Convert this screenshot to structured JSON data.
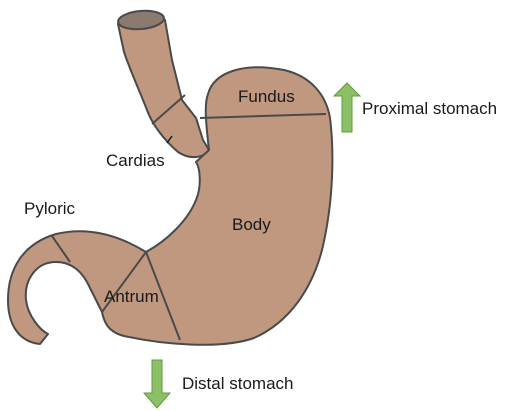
{
  "labels": {
    "fundus": "Fundus",
    "cardias": "Cardias",
    "body": "Body",
    "pyloric": "Pyloric",
    "antrum": "Antrum"
  },
  "arrows": {
    "proximal": "Proximal stomach",
    "distal": "Distal stomach"
  },
  "colors": {
    "stomach_fill": "#c09880",
    "outline": "#4a4a4a",
    "esophagus_opening": "#8a7a70",
    "arrow_fill": "#8cc066",
    "arrow_stroke": "#5e9a3e"
  }
}
